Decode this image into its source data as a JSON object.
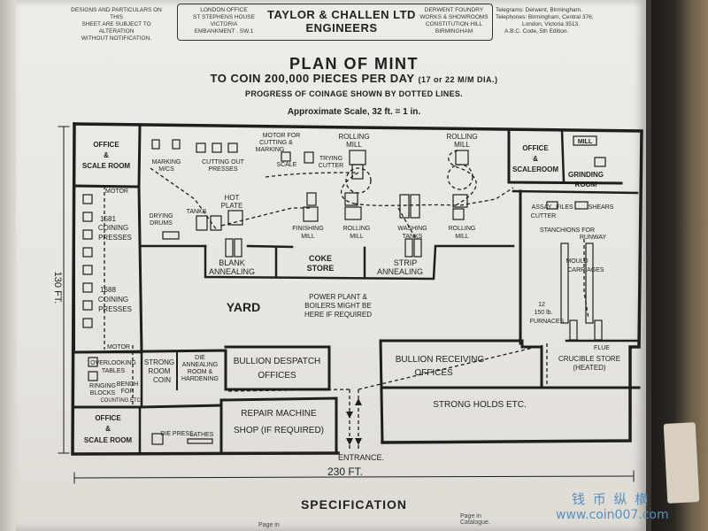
{
  "header": {
    "left_note": [
      "DESIGNS AND PARTICULARS ON THIS",
      "SHEET ARE SUBJECT TO ALTERATION",
      "WITHOUT NOTIFICATION."
    ],
    "logo_office": [
      "LONDON OFFICE",
      "ST STEPHENS HOUSE",
      "VICTORIA",
      "EMBANKMENT . SW.1"
    ],
    "logo_name": [
      "TAYLOR & CHALLEN LTD",
      "ENGINEERS"
    ],
    "logo_works": [
      "DERWENT FOUNDRY",
      "WORKS & SHOWROOMS",
      "CONSTITUTION HILL",
      "BIRMINGHAM"
    ],
    "contact": [
      "Telegrams: Derwent, Birmingham.",
      "Telephones: Birmingham, Central 376;",
      "London, Victoria 3513.",
      "A.B.C. Code, 5th Edition."
    ]
  },
  "title": {
    "main": "PLAN OF MINT",
    "sub": "TO COIN 200,000 PIECES PER DAY",
    "sub_note": "(17 or 22 M/M DIA.)",
    "progress": "PROGRESS OF COINAGE SHOWN BY DOTTED LINES.",
    "scale": "Approximate Scale, 32 ft. = 1 in."
  },
  "plan": {
    "height_dim": "130 FT.",
    "width_dim": "230 FT.",
    "entrance": "ENTRANCE.",
    "rooms": {
      "office_tl": [
        "OFFICE",
        "&",
        "SCALE ROOM"
      ],
      "office_tr": [
        "OFFICE",
        "&",
        "SCALEROOM"
      ],
      "office_bl": [
        "OFFICE",
        "&",
        "SCALE ROOM"
      ],
      "mill_tag": "MILL",
      "grinding": [
        "GRINDING",
        "ROOM"
      ],
      "motor_cutting": [
        "MOTOR FOR",
        "CUTTING &",
        "MARKING"
      ],
      "rolling_mill_1": [
        "ROLLING",
        "MILL"
      ],
      "rolling_mill_2": [
        "ROLLING",
        "MILL"
      ],
      "marking": [
        "MARKING",
        "M/CS"
      ],
      "cutting_out": [
        "CUTTING OUT",
        "PRESSES"
      ],
      "scale": "SCALE",
      "trying_cutter": [
        "TRYING",
        "CUTTER"
      ],
      "motor_top": "MOTOR",
      "hot_plate": [
        "HOT",
        "PLATE"
      ],
      "tanks": "TANKS",
      "drying_drums": [
        "DRYING",
        "DRUMS"
      ],
      "finishing_mill": [
        "FINISHING",
        "MILL"
      ],
      "rolling_mill_3": [
        "ROLLING",
        "MILL"
      ],
      "washing_tanks": [
        "WASHING",
        "TANKS"
      ],
      "rolling_mill_4": [
        "ROLLING",
        "MILL"
      ],
      "assay": [
        "ASSAY",
        "CUTTER"
      ],
      "files": "FILES",
      "shears": "SHEARS",
      "stanchions": [
        "STANCHIONS FOR",
        "RUNWAY"
      ],
      "mould_carriages": [
        "MOULD",
        "CARRIAGES"
      ],
      "furnaces": [
        "12",
        "150 lb.",
        "FURNACES"
      ],
      "flue": "FLUE",
      "crucible": [
        "CRUCIBLE STORE",
        "(HEATED)"
      ],
      "coining_1581": [
        "1581",
        "COINING",
        "PRESSES"
      ],
      "coining_1688": [
        "1688",
        "COINING",
        "PRESSES"
      ],
      "motor_bottom": "MOTOR",
      "blank_annealing": [
        "BLANK",
        "ANNEALING"
      ],
      "coke_store": [
        "COKE",
        "STORE"
      ],
      "strip_annealing": [
        "STRIP",
        "ANNEALING"
      ],
      "yard": "YARD",
      "power_plant": [
        "POWER PLANT  &",
        "BOILERS MIGHT BE",
        "HERE IF REQUIRED"
      ],
      "overlooking": [
        "OVERLOOKING",
        "TABLES"
      ],
      "ringing": [
        "RINGING",
        "BLOCKS"
      ],
      "bench": [
        "BENCH",
        "FOR"
      ],
      "counting": "COUNTING ETC.",
      "strong_room": [
        "STRONG",
        "ROOM",
        "COIN"
      ],
      "die_annealing": [
        "DIE",
        "ANNEALING",
        "ROOM &",
        "HARDENING"
      ],
      "bullion_despatch": [
        "BULLION DESPATCH",
        "OFFICES"
      ],
      "bullion_receiving": [
        "BULLION RECEIVING",
        "OFFICES"
      ],
      "strong_holds": "STRONG HOLDS ETC.",
      "repair_machine": [
        "REPAIR MACHINE",
        "SHOP (IF REQUIRED)"
      ],
      "die_press": "DIE PRESS",
      "lathes": "LATHES"
    }
  },
  "footer": {
    "specification": "SPECIFICATION",
    "page_in_left": "Page in",
    "page_in_right": [
      "Page in",
      "Catalogue."
    ]
  },
  "watermark": {
    "chinese": "钱 币 纵 横",
    "url": "www.coin007.com"
  }
}
